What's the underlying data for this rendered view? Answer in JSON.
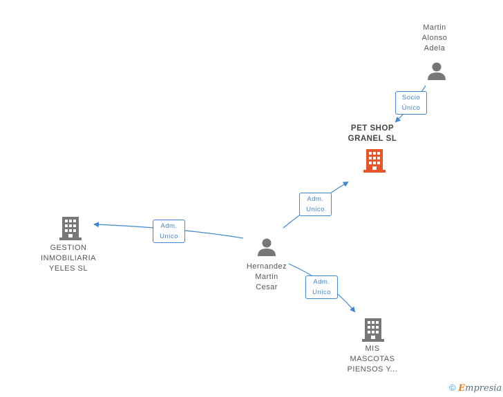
{
  "nodes": {
    "martin_alonso": {
      "lines": [
        "Martin",
        "Alonso",
        "Adela"
      ],
      "type": "person"
    },
    "pet_shop": {
      "lines": [
        "PET SHOP",
        "GRANEL  SL"
      ],
      "type": "company",
      "highlight": true
    },
    "gestion": {
      "lines": [
        "GESTION",
        "INMOBILIARIA",
        "YELES SL"
      ],
      "type": "company"
    },
    "hernandez": {
      "lines": [
        "Hernandez",
        "Martin",
        "Cesar"
      ],
      "type": "person"
    },
    "mis_mascotas": {
      "lines": [
        "MIS",
        "MASCOTAS",
        "PIENSOS Y..."
      ],
      "type": "company"
    }
  },
  "edges": {
    "socio_unico": {
      "lines": [
        "Socio",
        "Único"
      ]
    },
    "adm_pet_shop": {
      "lines": [
        "Adm.",
        "Unico"
      ]
    },
    "adm_gestion": {
      "lines": [
        "Adm.",
        "Unico"
      ]
    },
    "adm_mis_mascotas": {
      "lines": [
        "Adm.",
        "Unico"
      ]
    }
  },
  "colors": {
    "edge": "#3f86d4",
    "company": "#777777",
    "company_highlight": "#e8552a",
    "person": "#777777"
  },
  "footer": {
    "copyright": "©",
    "brand_first": "E",
    "brand_rest": "mpresia"
  }
}
